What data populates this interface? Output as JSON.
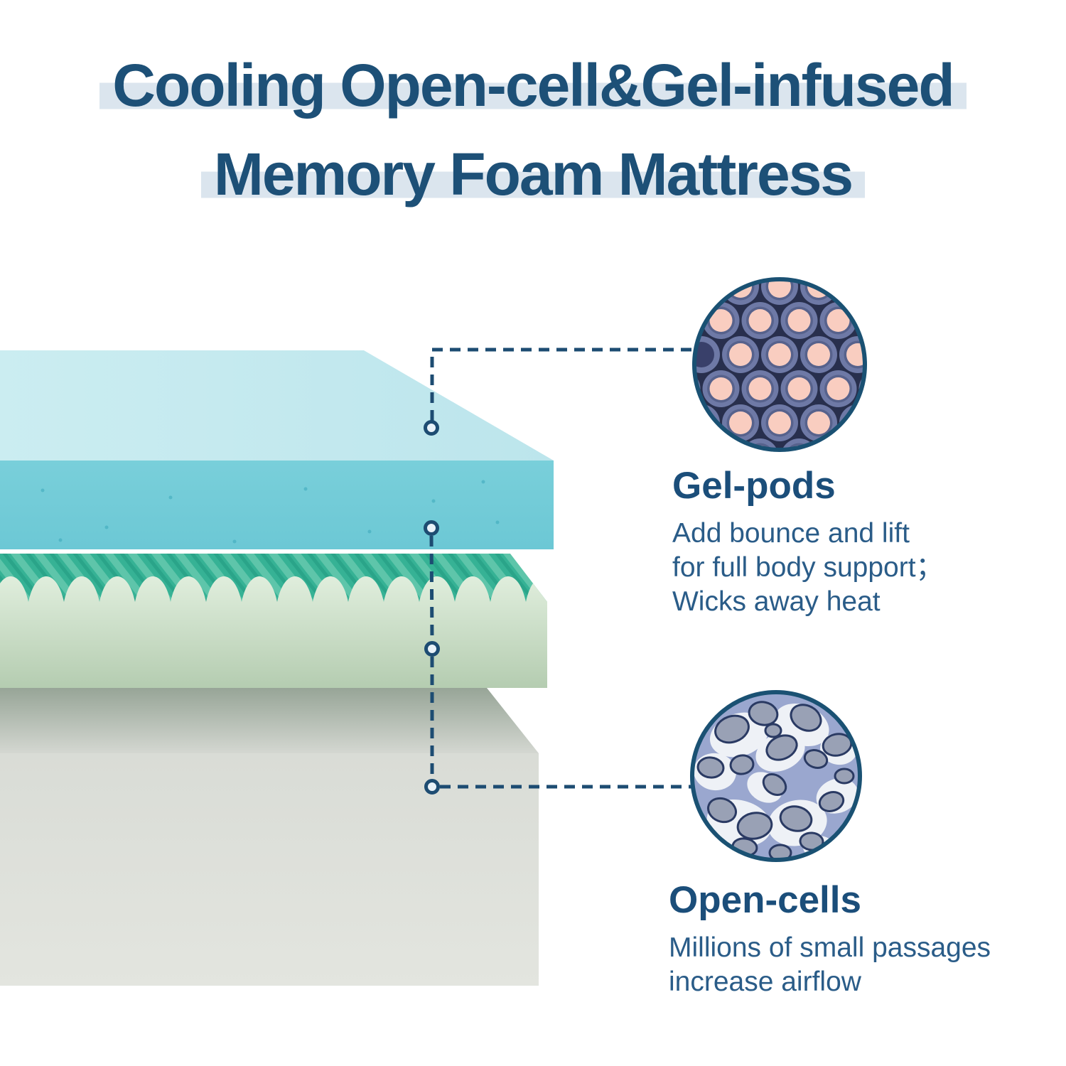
{
  "title": {
    "line1": "Cooling Open-cell&Gel-infused",
    "line2": "Memory Foam Mattress"
  },
  "callouts": [
    {
      "id": "gel-pods",
      "heading": "Gel-pods",
      "lines": [
        "Add bounce and lift",
        "for full body support；",
        "Wicks away heat"
      ]
    },
    {
      "id": "open-cells",
      "heading": "Open-cells",
      "lines": [
        "Millions of small passages",
        "increase airflow"
      ]
    }
  ],
  "icons": [
    {
      "name": "gel-pods-icon",
      "meaning": "magnified view of gel pods inside foam"
    },
    {
      "name": "open-cells-icon",
      "meaning": "magnified view of open-cell foam structure"
    }
  ],
  "palette": {
    "title-blue": "#1d5077",
    "heading-blue": "#1b4e7a",
    "body-blue": "#2a5c88",
    "highlight": "#dbe5ee",
    "connector": "#1d4c72",
    "top-face": "#cbedf1",
    "gel-front": "#79cfda",
    "ridge-teal": "#36b295",
    "sage": "#b4ccb0",
    "base-front": "#d9dcd6",
    "pod-bg": "#282f4d",
    "pod-ring": "#6e79a6",
    "pod-pink": "#f9cdc0",
    "cell-bg": "#9aa7cf",
    "cell-gray": "#99a1b5",
    "circle-border": "#1a5173"
  }
}
